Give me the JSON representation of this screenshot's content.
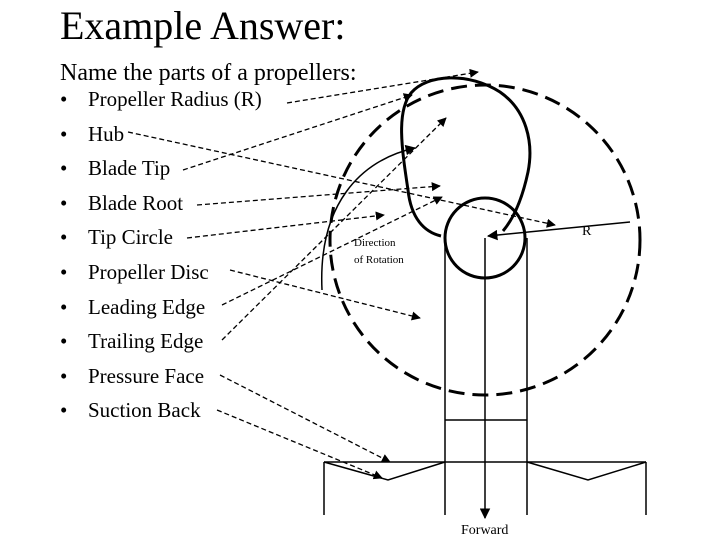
{
  "title": "Example Answer:",
  "subtitle": "Name the parts of a propellers:",
  "bullet_glyph": "•",
  "parts": [
    {
      "label": "Propeller Radius (R)"
    },
    {
      "label": "Hub"
    },
    {
      "label": "Blade Tip"
    },
    {
      "label": "Blade Root"
    },
    {
      "label": "Tip Circle"
    },
    {
      "label": "Propeller Disc"
    },
    {
      "label": "Leading Edge"
    },
    {
      "label": "Trailing Edge"
    },
    {
      "label": "Pressure Face"
    },
    {
      "label": "Suction Back"
    }
  ],
  "diagram": {
    "direction_label_line1": "Direction",
    "direction_label_line2": "of Rotation",
    "radius_label": "R",
    "forward_label": "Forward"
  }
}
